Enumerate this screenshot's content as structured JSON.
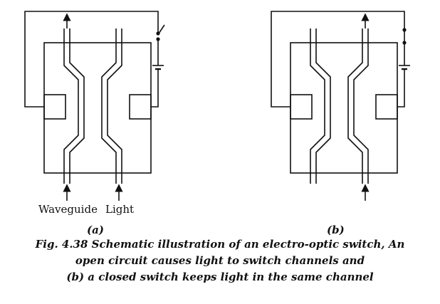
{
  "panel_a": {
    "label": "(a)",
    "waveguide_label": "Waveguide",
    "light_label": "Light"
  },
  "panel_b": {
    "label": "(b)"
  },
  "caption": {
    "line1": "Fig. 4.38 Schematic illustration of an electro-optic switch, An",
    "line2": "open circuit causes light to switch channels and",
    "line3": "(b) a closed switch keeps light in the same channel"
  },
  "colors": {
    "ink": "#111111",
    "background": "#ffffff"
  }
}
